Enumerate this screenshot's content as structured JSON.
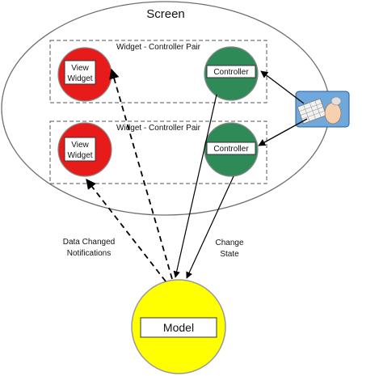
{
  "screen": {
    "title": "Screen"
  },
  "pairs": [
    {
      "label": "Widget - Controller Pair",
      "view_label": [
        "View",
        "Widget"
      ],
      "controller_label": "Controller"
    },
    {
      "label": "Widget - Controller Pair",
      "view_label": [
        "View",
        "Widget"
      ],
      "controller_label": "Controller"
    }
  ],
  "edges": {
    "notifications_label": [
      "Data Changed",
      "Notifications"
    ],
    "change_state_label": [
      "Change",
      "State"
    ]
  },
  "model": {
    "label": "Model"
  },
  "colors": {
    "view": "#e81b1b",
    "controller": "#2e8b57",
    "model": "#ffff00",
    "outline": "#555555"
  },
  "icons": {
    "input_device": "keyboard-mouse-icon"
  }
}
